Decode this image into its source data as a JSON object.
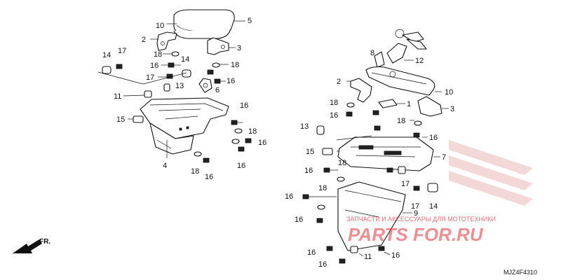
{
  "diagram": {
    "code": "MJZ4F4310",
    "direction_label": "FR.",
    "watermark": {
      "text": "ЗАПЧАСТИ И АКСЕССУАРЫ ДЛЯ МОТОТЕХНИКИ",
      "logo": "PARTS FOR.RU"
    }
  },
  "labels": {
    "l10a": "10",
    "l5": "5",
    "l2a": "2",
    "l3a": "3",
    "l14a": "14",
    "l17a": "17",
    "l18a": "18",
    "l16a": "16",
    "l14b": "14",
    "l18b": "18",
    "l17b": "17",
    "l13a": "13",
    "l6": "6",
    "l16b": "16",
    "l11a": "11",
    "l16c": "16",
    "l15a": "15",
    "l18c": "18",
    "l16d": "16",
    "l4": "4",
    "l16e": "16",
    "l18d": "18",
    "l16f": "16",
    "l8": "8",
    "l12": "12",
    "l2b": "2",
    "l10b": "10",
    "l18e": "18",
    "l1": "1",
    "l16g": "16",
    "l3b": "3",
    "l18f": "18",
    "l16h": "16",
    "l13b": "13",
    "l15b": "15",
    "l7": "7",
    "l16i": "16",
    "l18g": "18",
    "l17c": "17",
    "l18h": "18",
    "l16j": "16",
    "l16k": "16",
    "l9": "9",
    "l17d": "17",
    "l14c": "14",
    "l16l": "16",
    "l11b": "11",
    "l16m": "16",
    "l16n": "16"
  }
}
